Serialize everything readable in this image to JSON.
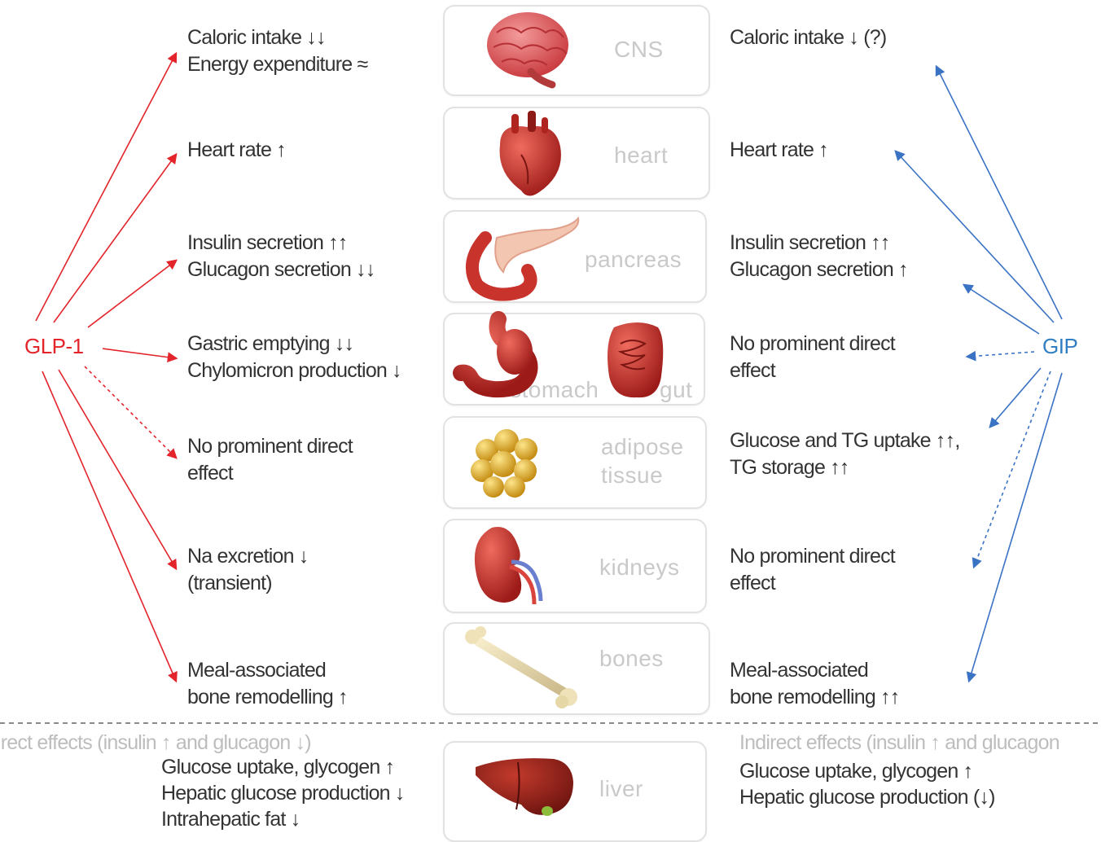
{
  "hormones": {
    "left": "GLP-1",
    "right": "GIP"
  },
  "colors": {
    "glp1": "#e3242b",
    "gip": "#3a72c4",
    "text": "#333333",
    "muted": "#bdbdbd"
  },
  "organs": [
    "CNS",
    "heart",
    "pancreas",
    "stomach",
    "gut",
    "adipose",
    "tissue",
    "kidneys",
    "bones",
    "liver"
  ],
  "glp1_effects": {
    "cns": [
      "Caloric intake ↓↓",
      "Energy expenditure ≈"
    ],
    "heart": [
      "Heart rate ↑"
    ],
    "pancreas": [
      "Insulin secretion ↑↑",
      "Glucagon secretion ↓↓"
    ],
    "gi": [
      "Gastric emptying ↓↓",
      "Chylomicron production ↓"
    ],
    "adipose": [
      "No prominent direct",
      "effect"
    ],
    "kidneys": [
      "Na excretion ↓",
      "(transient)"
    ],
    "bones": [
      "Meal-associated",
      "bone remodelling ↑"
    ],
    "liver_indirect": "irect effects (insulin ↑ and glucagon ↓)",
    "liver": [
      "Glucose uptake, glycogen ↑",
      "Hepatic glucose production ↓",
      "Intrahepatic fat ↓"
    ]
  },
  "gip_effects": {
    "cns": [
      "Caloric intake ↓ (?)"
    ],
    "heart": [
      "Heart rate ↑"
    ],
    "pancreas": [
      "Insulin secretion ↑↑",
      "Glucagon secretion ↑"
    ],
    "gi": [
      "No prominent direct",
      "effect"
    ],
    "adipose": [
      "Glucose and TG uptake ↑↑,",
      "TG storage ↑↑"
    ],
    "kidneys": [
      "No prominent direct",
      "effect"
    ],
    "bones": [
      "Meal-associated",
      "bone remodelling ↑↑"
    ],
    "liver_indirect": "Indirect effects (insulin ↑ and glucagon",
    "liver": [
      "Glucose uptake, glycogen ↑",
      "Hepatic glucose production (↓)"
    ]
  }
}
